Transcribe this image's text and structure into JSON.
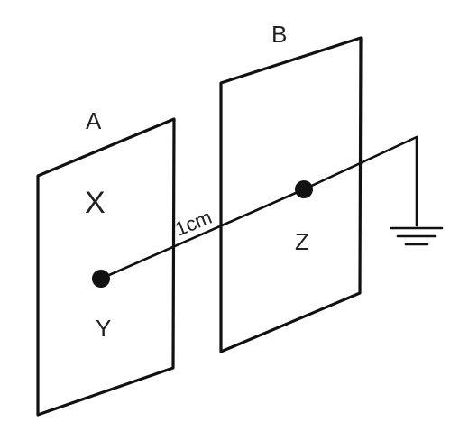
{
  "labels": {
    "plate_a": "A",
    "plate_b": "B",
    "point_x": "X",
    "point_y": "Y",
    "point_z": "Z",
    "distance": "1cm"
  },
  "colors": {
    "ink": "#111111",
    "text": "#222222",
    "background": "#ffffff"
  }
}
